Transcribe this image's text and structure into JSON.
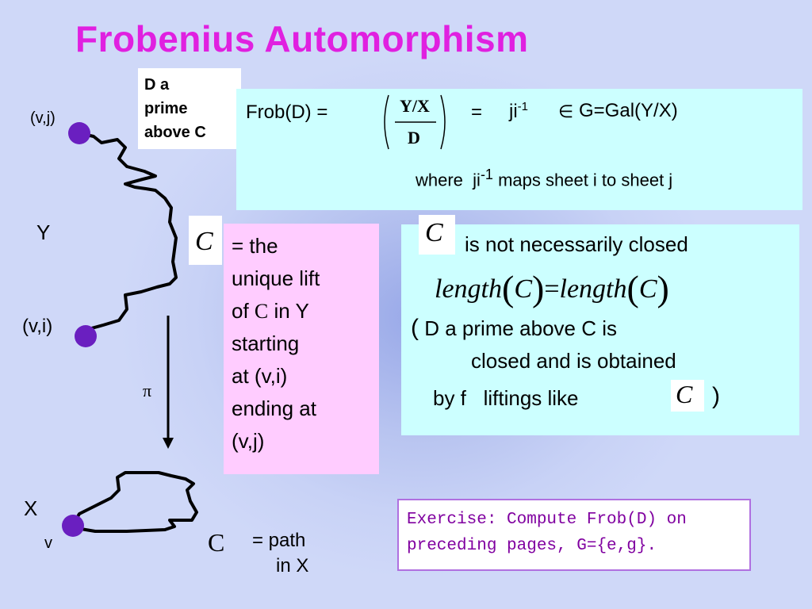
{
  "title": "Frobenius Automorphism",
  "prime_box": {
    "line1": "D a",
    "line2": "prime",
    "line3": "above C"
  },
  "frob": {
    "lhs": "Frob(D) =",
    "sym_top": "Y/X",
    "sym_bottom": "D",
    "eq": "=",
    "ji": "ji",
    "ji_exp": "-1",
    "in": "∈",
    "gal": "G=Gal(Y/X)",
    "where": "where",
    "where_ji": "ji",
    "where_exp": "-1",
    "where_rest": "maps sheet i to sheet j"
  },
  "lift": {
    "c_label": "C",
    "line1": "= the",
    "line2": "unique lift",
    "line3a": "of",
    "line3c": "C",
    "line3b": "in Y",
    "line4": "starting",
    "line5": "at  (v,i)",
    "line6": "ending at",
    "line7": "(v,j)"
  },
  "closed": {
    "c_label": "C",
    "line1": "is not necessarily closed",
    "len_word1": "length",
    "len_c1": "C",
    "len_eq": "=",
    "len_word2": "length",
    "len_c2": "C",
    "paren_open": "(",
    "line3": "D a prime above C is",
    "line4": "closed and is obtained",
    "line5": "by f   liftings like",
    "c_inline": "C",
    "paren_close": ")"
  },
  "exercise": {
    "line1": "Exercise: Compute Frob(D) on",
    "line2": "preceding pages, G={e,g}."
  },
  "diagram": {
    "vj": "(v,j)",
    "y": "Y",
    "vi": "(v,i)",
    "pi": "π",
    "x": "X",
    "v": "v",
    "c_path": "C",
    "path_line1": "= path",
    "path_line2": "in X"
  },
  "colors": {
    "title": "#e020e0",
    "dot": "#6a1fc0",
    "exercise_text": "#8000a0",
    "exercise_border": "#b070e0"
  }
}
